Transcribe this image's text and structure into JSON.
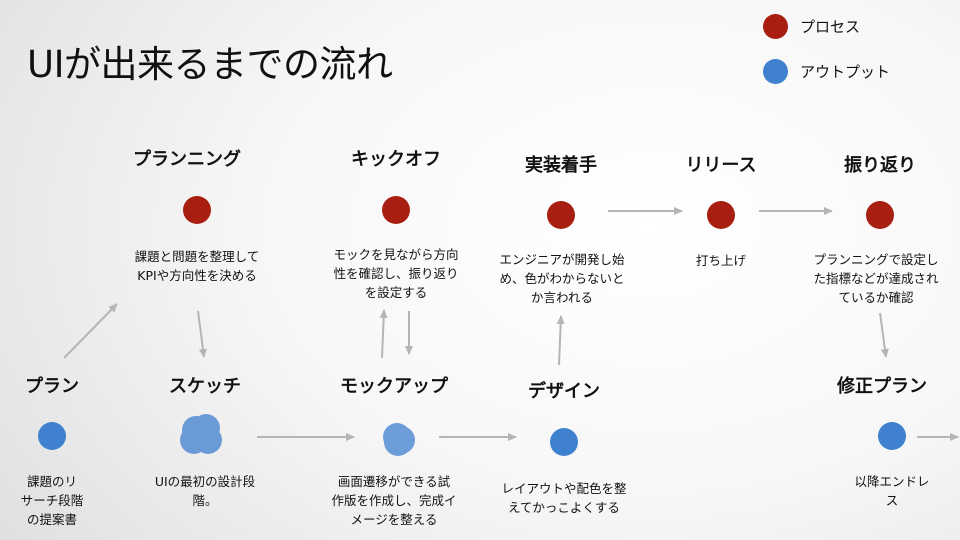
{
  "title": "UIが出来るまでの流れ",
  "legend": {
    "process_label": "プロセス",
    "output_label": "アウトプット",
    "process_color": "#a81e10",
    "output_color": "#3f80cf"
  },
  "process_steps": [
    {
      "heading": "プランニング",
      "desc": "課題と問題を整理して\nKPIや方向性を決める"
    },
    {
      "heading": "キックオフ",
      "desc": "モックを見ながら方向\n性を確認し、振り返り\nを設定する"
    },
    {
      "heading": "実装着手",
      "desc": "エンジニアが開発し始\nめ、色がわからないと\nか言われる"
    },
    {
      "heading": "リリース",
      "desc": "打ち上げ"
    },
    {
      "heading": "振り返り",
      "desc": "プランニングで設定し\nた指標などが達成され\nているか確認"
    }
  ],
  "output_steps": [
    {
      "heading": "プラン",
      "desc": "課題のリ\nサーチ段階\nの提案書"
    },
    {
      "heading": "スケッチ",
      "desc": "UIの最初の設計段\n階。"
    },
    {
      "heading": "モックアップ",
      "desc": "画面遷移ができる試\n作版を作成し、完成イ\nメージを整える"
    },
    {
      "heading": "デザイン",
      "desc": "レイアウトや配色を整\nえてかっこよくする"
    },
    {
      "heading": "修正プラン",
      "desc": "以降エンドレ\nス"
    }
  ],
  "arrow_color": "#b5b5b5"
}
